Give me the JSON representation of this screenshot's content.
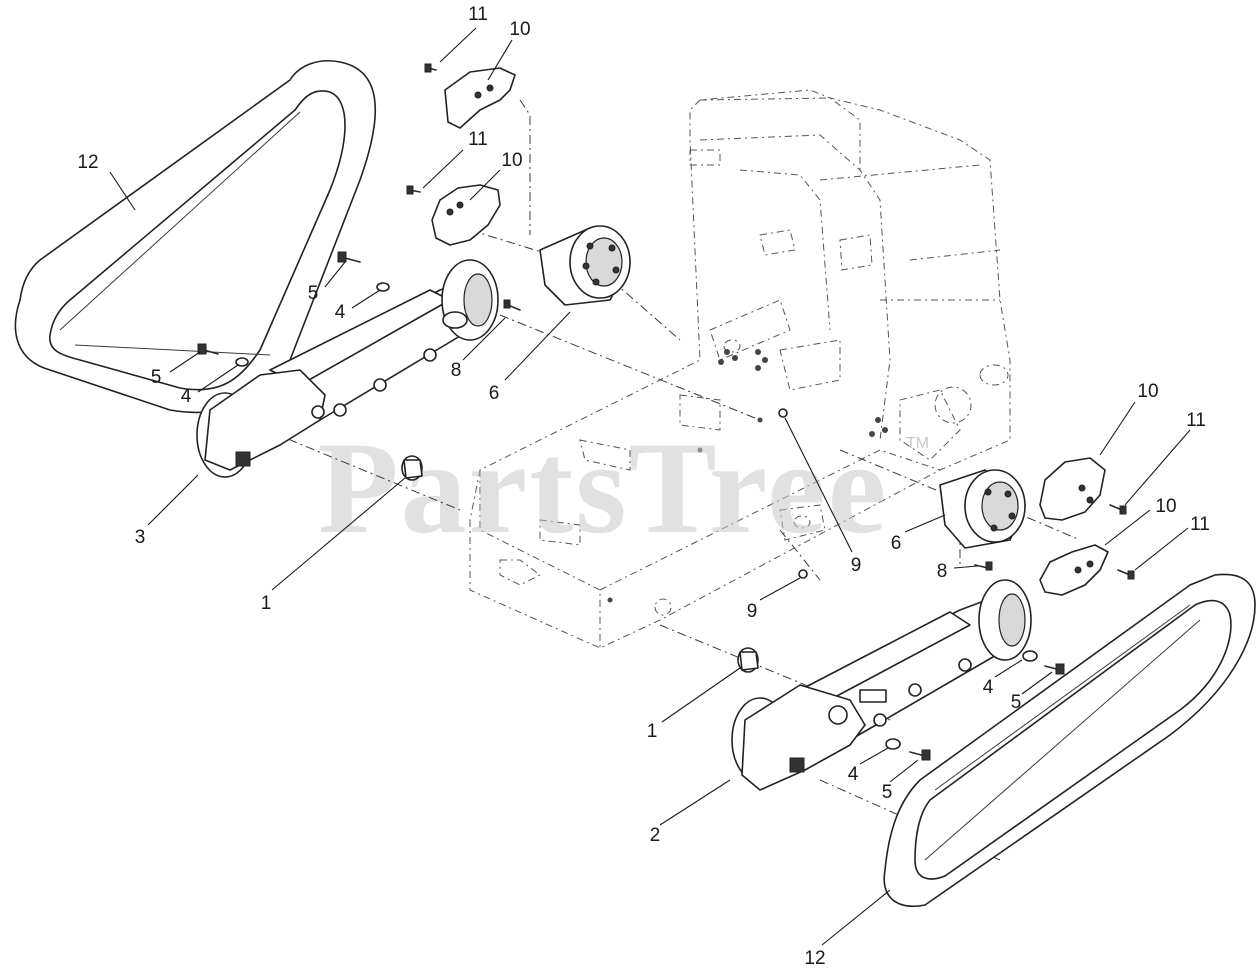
{
  "watermark": {
    "text": "PartsTree",
    "tm": "TM"
  },
  "callouts": [
    {
      "id": "c11a",
      "label": "11"
    },
    {
      "id": "c10a",
      "label": "10"
    },
    {
      "id": "c12a",
      "label": "12"
    },
    {
      "id": "c11b",
      "label": "11"
    },
    {
      "id": "c10b",
      "label": "10"
    },
    {
      "id": "c5a",
      "label": "5"
    },
    {
      "id": "c4a",
      "label": "4"
    },
    {
      "id": "c5b",
      "label": "5"
    },
    {
      "id": "c4b",
      "label": "4"
    },
    {
      "id": "c8a",
      "label": "8"
    },
    {
      "id": "c6a",
      "label": "6"
    },
    {
      "id": "c3",
      "label": "3"
    },
    {
      "id": "c1a",
      "label": "1"
    },
    {
      "id": "c9a",
      "label": "9"
    },
    {
      "id": "c10c",
      "label": "10"
    },
    {
      "id": "c11c",
      "label": "11"
    },
    {
      "id": "c10d",
      "label": "10"
    },
    {
      "id": "c11d",
      "label": "11"
    },
    {
      "id": "c6b",
      "label": "6"
    },
    {
      "id": "c8b",
      "label": "8"
    },
    {
      "id": "c9b",
      "label": "9"
    },
    {
      "id": "c4c",
      "label": "4"
    },
    {
      "id": "c5c",
      "label": "5"
    },
    {
      "id": "c1b",
      "label": "1"
    },
    {
      "id": "c4d",
      "label": "4"
    },
    {
      "id": "c5d",
      "label": "5"
    },
    {
      "id": "c2",
      "label": "2"
    },
    {
      "id": "c12b",
      "label": "12"
    }
  ]
}
